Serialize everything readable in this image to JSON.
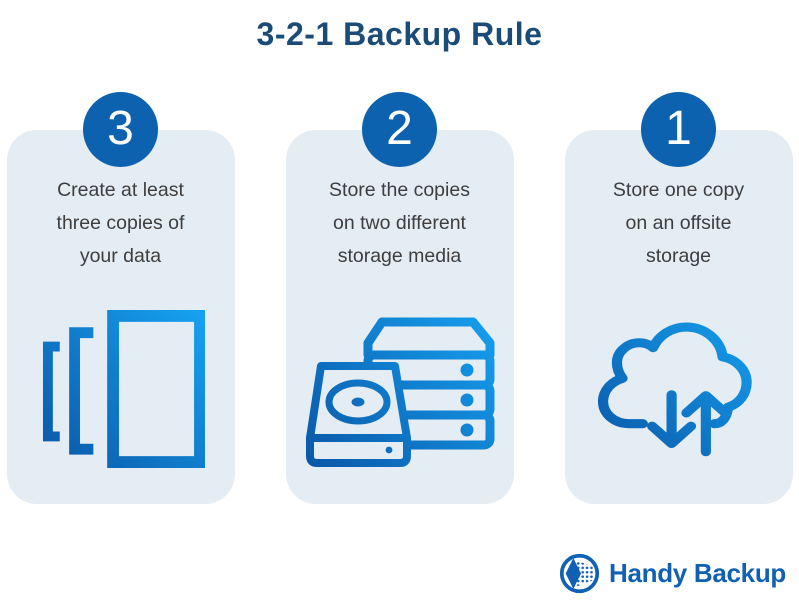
{
  "title": "3-2-1 Backup Rule",
  "colors": {
    "title_color": "#1b4b77",
    "badge_bg": "#0c62ae",
    "badge_text": "#ffffff",
    "card_bg": "#e4ecf4",
    "body_text": "#3e3e3e",
    "icon_gradient_start": "#0a55a5",
    "icon_gradient_end": "#16a3f2",
    "logo_blue": "#1060b3"
  },
  "cards": [
    {
      "number": "3",
      "icon": "copies-icon",
      "lines": [
        "Create at least",
        "three copies of",
        "your data"
      ]
    },
    {
      "number": "2",
      "icon": "storage-media-icon",
      "lines": [
        "Store the copies",
        "on two different",
        "storage media"
      ]
    },
    {
      "number": "1",
      "icon": "cloud-transfer-icon",
      "lines": [
        "Store one copy",
        "on an offsite",
        "storage"
      ]
    }
  ],
  "footer": {
    "logo_icon": "handy-backup-logo-icon",
    "brand": "Handy Backup"
  }
}
